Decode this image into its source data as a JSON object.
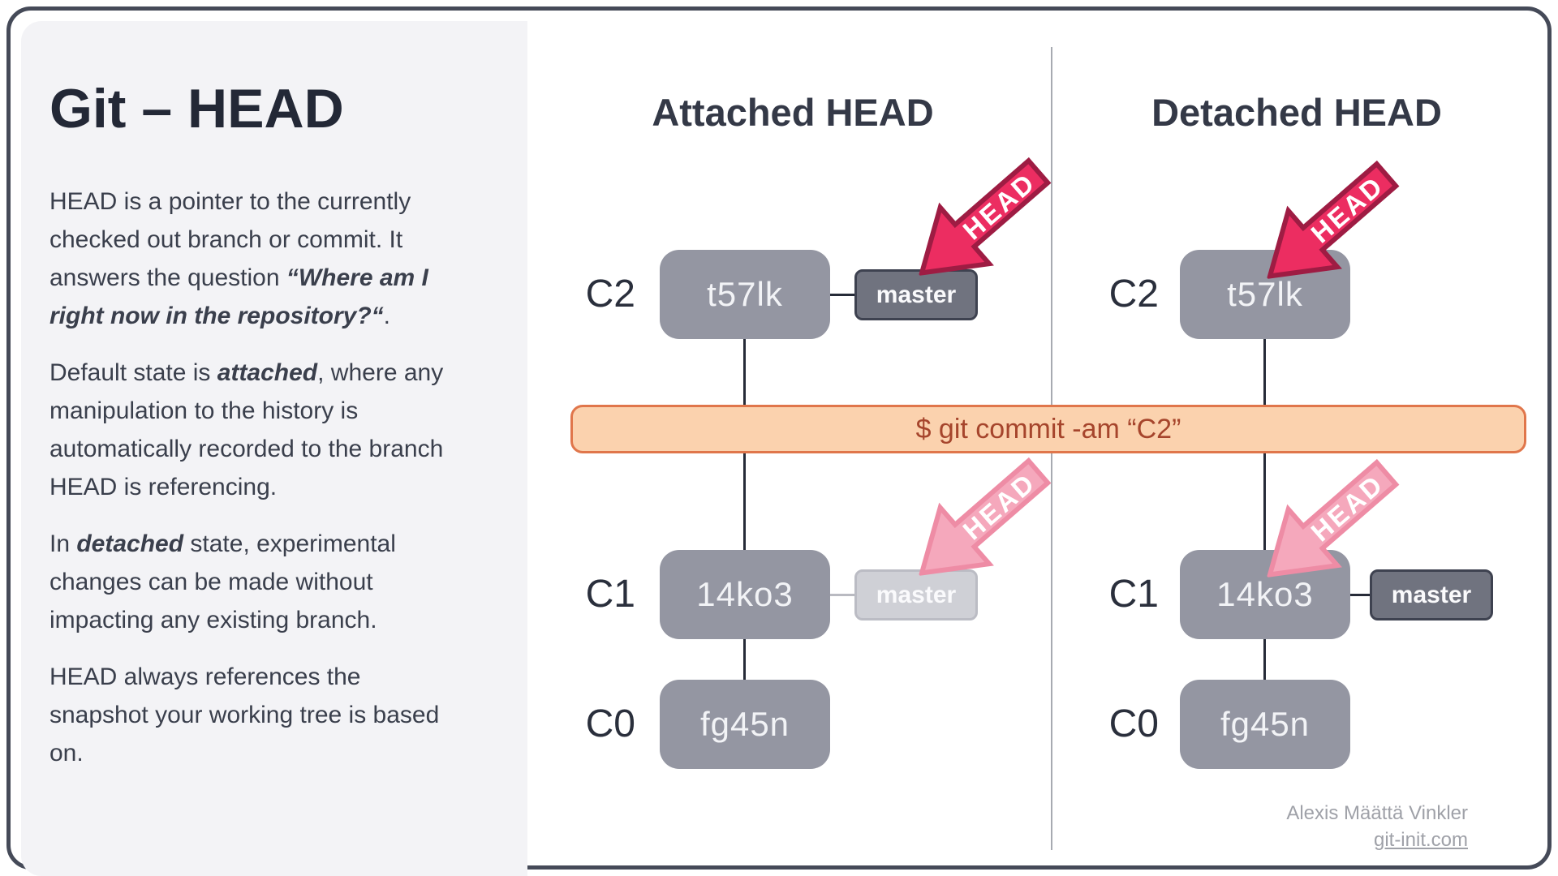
{
  "left_panel": {
    "title": "Git – HEAD",
    "paragraphs": {
      "p1": {
        "a": "HEAD is a pointer to the currently checked out branch or commit. It answers the question ",
        "b": "“Where am I right now in the repository?“",
        "c": "."
      },
      "p2": {
        "a": "Default state is ",
        "b": "attached",
        "c": ", where any manipulation to the history is automatically recorded to the branch HEAD is referencing."
      },
      "p3": {
        "a": "In ",
        "b": "detached",
        "c": " state, experimental changes can be made without impacting any existing branch."
      },
      "p4": {
        "a": "HEAD always references the snapshot your working tree is based on."
      }
    }
  },
  "diagram": {
    "command_banner": "$ git commit -am “C2”",
    "head_label": "HEAD",
    "attached": {
      "title": "Attached HEAD",
      "commits": [
        {
          "label": "C2",
          "hash": "t57lk"
        },
        {
          "label": "C1",
          "hash": "14ko3"
        },
        {
          "label": "C0",
          "hash": "fg45n"
        }
      ],
      "branch_current": "master",
      "branch_previous": "master"
    },
    "detached": {
      "title": "Detached HEAD",
      "commits": [
        {
          "label": "C2",
          "hash": "t57lk"
        },
        {
          "label": "C1",
          "hash": "14ko3"
        },
        {
          "label": "C0",
          "hash": "fg45n"
        }
      ],
      "branch_current": "master"
    }
  },
  "footer": {
    "author": "Alexis Määttä Vinkler",
    "site": "git-init.com"
  },
  "colors": {
    "head_pink": "#ec2d61",
    "head_pink_border": "#9e1c43",
    "head_faded": "#f5a8bc",
    "head_faded_border": "#ee8ca5",
    "banner_bg": "#fbd2ae",
    "banner_border": "#e0764b",
    "banner_text": "#a6452c",
    "box_gray": "#9496a2",
    "badge_dark_bg": "#70737f",
    "badge_faded_bg": "#cfd0d6",
    "panel_bg": "#f3f3f6",
    "card_border": "#454a58",
    "ink": "#232836"
  }
}
